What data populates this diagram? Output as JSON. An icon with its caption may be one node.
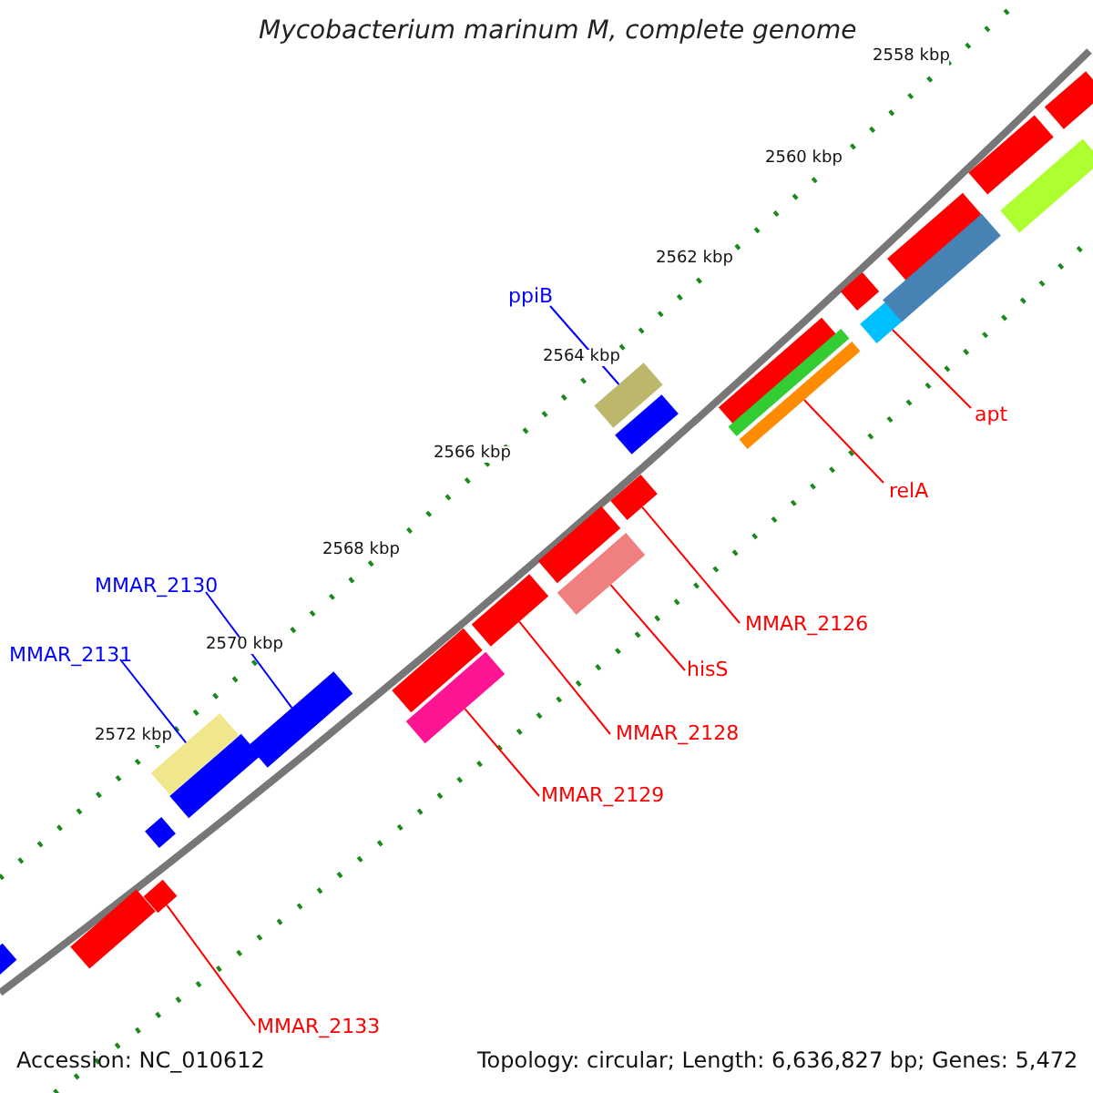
{
  "diagram": {
    "title": "Mycobacterium marinum M, complete genome",
    "nodes": [
      {
        "text": [
          "ppiB"
        ]
      },
      {
        "text": [
          "apt"
        ]
      },
      {
        "text": [
          "relA"
        ]
      },
      {
        "text": [
          "MMAR_2126"
        ]
      },
      {
        "text": [
          "hisS"
        ]
      },
      {
        "text": [
          "MMAR_2128"
        ]
      },
      {
        "text": [
          "MMAR_2129"
        ]
      },
      {
        "text": [
          "MMAR_2130"
        ]
      },
      {
        "text": [
          "MMAR_2131"
        ]
      },
      {
        "text": [
          "MMAR_2133"
        ]
      },
      {
        "text": [],
        "shape": "bar"
      },
      {
        "text": [],
        "shape": "bar"
      },
      {
        "text": [],
        "shape": "bar"
      },
      {
        "text": [],
        "shape": "bar"
      },
      {
        "text": [],
        "shape": "bar"
      },
      {
        "text": [],
        "shape": "bar"
      },
      {
        "text": [],
        "shape": "bar"
      },
      {
        "text": [],
        "shape": "bar"
      },
      {
        "text": [],
        "shape": "bar"
      },
      {
        "text": [],
        "shape": "bar"
      },
      {
        "text": [],
        "shape": "bar"
      },
      {
        "text": [],
        "shape": "bar"
      },
      {
        "text": [],
        "shape": "bar"
      },
      {
        "text": [],
        "shape": "bar"
      },
      {
        "text": [],
        "shape": "bar"
      },
      {
        "text": [],
        "shape": "bar"
      },
      {
        "text": [],
        "shape": "bar"
      },
      {
        "text": [],
        "shape": "bar"
      },
      {
        "text": [],
        "shape": "bar"
      },
      {
        "text": [],
        "shape": "bar"
      },
      {
        "text": [],
        "shape": "bar"
      },
      {
        "text": [],
        "shape": "bar"
      },
      {
        "text": [],
        "shape": "bar"
      },
      {
        "text": [],
        "shape": "bar"
      },
      {
        "text": [],
        "shape": "bar"
      }
    ],
    "edges": [
      {
        "from": 0,
        "to": 22,
        "arrow": "none",
        "color": "#0000ff"
      },
      {
        "from": 1,
        "to": 29,
        "arrow": "none"
      },
      {
        "from": 2,
        "to": 27,
        "arrow": "none"
      },
      {
        "from": 3,
        "to": 23,
        "arrow": "none"
      },
      {
        "from": 4,
        "to": 21,
        "arrow": "none"
      },
      {
        "from": 5,
        "to": 19,
        "arrow": "none"
      },
      {
        "from": 6,
        "to": 18,
        "arrow": "none"
      },
      {
        "from": 7,
        "to": 16,
        "arrow": "none",
        "color": "#0000ff"
      },
      {
        "from": 8,
        "to": 14,
        "arrow": "none",
        "color": "#0000ff"
      },
      {
        "from": 9,
        "to": 13,
        "arrow": "none"
      }
    ],
    "labels": [
      "2558 kbp",
      "2560 kbp",
      "2562 kbp",
      "2564 kbp",
      "2566 kbp",
      "2568 kbp",
      "2570 kbp",
      "2572 kbp",
      "Accession: NC_010612",
      "Topology: circular; Length: 6,636,827 bp; Genes: 5,472"
    ]
  }
}
